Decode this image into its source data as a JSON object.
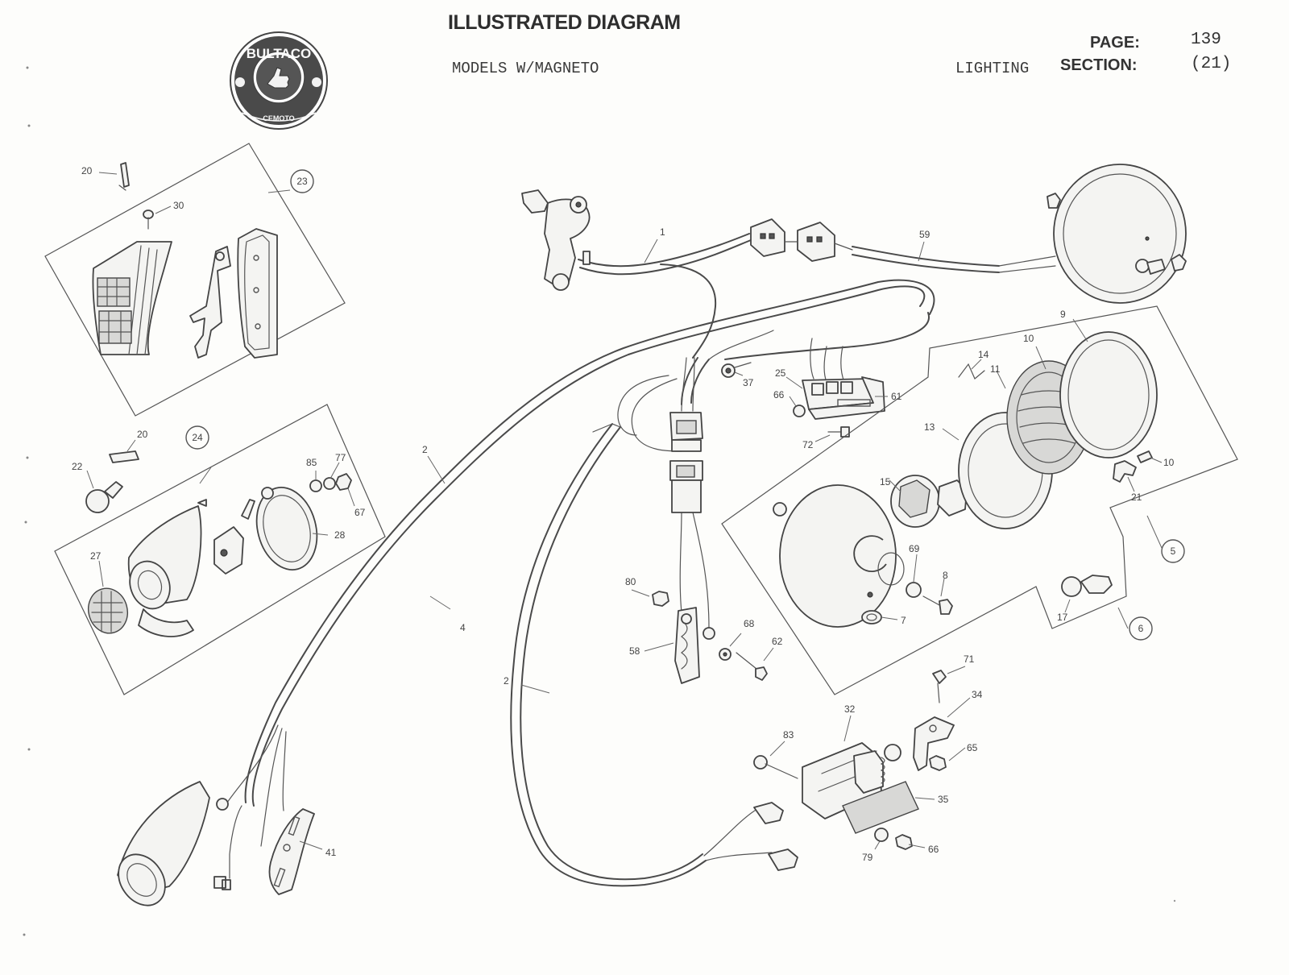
{
  "header": {
    "title": "ILLUSTRATED DIAGRAM",
    "subtitle": "MODELS W/MAGNETO",
    "section_name": "LIGHTING",
    "page_label": "PAGE:",
    "page_value": "139",
    "section_label": "SECTION:",
    "section_value": "(21)"
  },
  "logo": {
    "brand": "BULTACO",
    "maker": "CEMOTO"
  },
  "diagram": {
    "part_labels": {
      "p1": "1",
      "p2a": "2",
      "p2b": "2",
      "p4": "4",
      "p7": "7",
      "p8": "8",
      "p9": "9",
      "p10a": "10",
      "p10b": "10",
      "p11": "11",
      "p13": "13",
      "p14": "14",
      "p15": "15",
      "p17": "17",
      "p20a": "20",
      "p20b": "20",
      "p21": "21",
      "p22": "22",
      "p25": "25",
      "p27": "27",
      "p28": "28",
      "p30": "30",
      "p32": "32",
      "p34": "34",
      "p35": "35",
      "p37": "37",
      "p41": "41",
      "p58": "58",
      "p59": "59",
      "p61": "61",
      "p62": "62",
      "p65": "65",
      "p66a": "66",
      "p66b": "66",
      "p67": "67",
      "p68": "68",
      "p69": "69",
      "p71": "71",
      "p72": "72",
      "p77": "77",
      "p79": "79",
      "p80": "80",
      "p83": "83",
      "p85": "85"
    },
    "callouts": {
      "c5": "5",
      "c6": "6",
      "c23": "23",
      "c24": "24"
    }
  }
}
